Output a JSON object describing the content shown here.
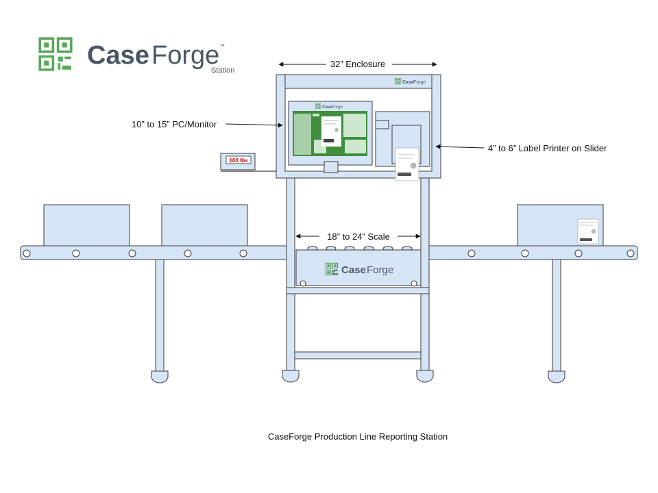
{
  "brand": {
    "case": "Case",
    "forge": "Forge",
    "tm": "™",
    "station": "Station"
  },
  "labels": {
    "enclosure": "32” Enclosure",
    "monitor": "10” to 15” PC/Monitor",
    "printer": "4” to 6” Label Printer on Slider",
    "scale": "18” to 24” Scale"
  },
  "scale_readout": "100 lbs",
  "caption": "CaseForge Production Line Reporting Station",
  "colors": {
    "frame_fill": "#d5e5f5",
    "frame_stroke": "#3a3a3a",
    "brand_green": "#5aa85a",
    "brand_dark": "#4a5663",
    "screen_green": "#3e8e3e",
    "readout_red": "#cc0000"
  },
  "icons": [
    "qr-logo-icon",
    "dimension-arrow-icon",
    "conveyor-roller-icon"
  ]
}
